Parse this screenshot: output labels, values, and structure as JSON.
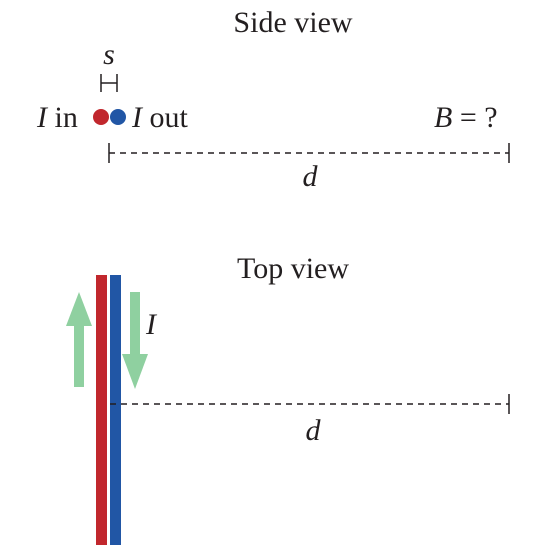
{
  "side_view": {
    "title": "Side view",
    "separation_label": "s",
    "current_in_label": "I",
    "current_in_suffix": " in",
    "current_out_label": "I",
    "current_out_suffix": " out",
    "field_label": "B",
    "field_suffix": " = ?",
    "distance_label": "d"
  },
  "top_view": {
    "title": "Top view",
    "current_label": "I",
    "distance_label": "d"
  },
  "colors": {
    "wire_in": "#c1272d",
    "wire_out": "#2156a5",
    "arrow": "#8fd0a0",
    "line": "#231f20"
  }
}
